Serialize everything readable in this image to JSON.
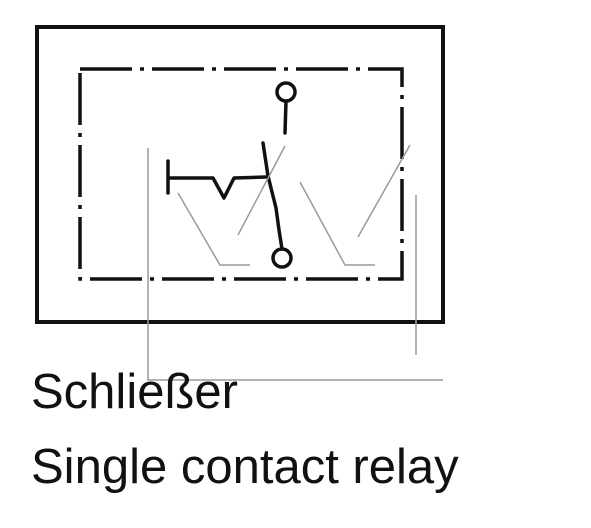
{
  "caption": {
    "german": "Schließer",
    "english": "Single contact relay"
  },
  "colors": {
    "ink": "#111111",
    "leader": "#9a9a9a"
  },
  "symbol": {
    "type": "normally-open contact (closer)"
  }
}
